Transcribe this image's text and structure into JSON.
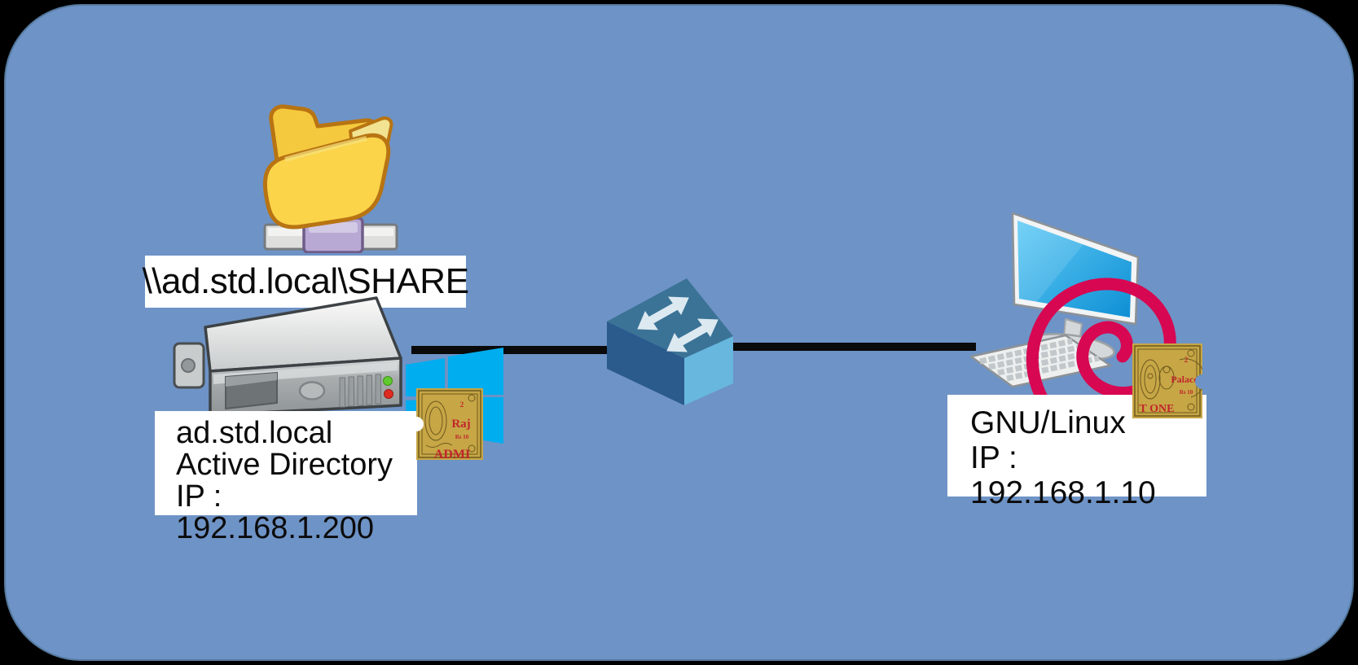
{
  "diagram": {
    "type": "network-topology",
    "background_color": "#000000",
    "panel_color": "#6E93C6",
    "cable_color": "#0a0a0a",
    "label_background": "#ffffff",
    "label_text_color": "#0b0b0b"
  },
  "share": {
    "path_label": "\\\\ad.std.local\\SHARE",
    "icon": "network-shared-folder-icon",
    "folder_yellow": "#fbd44a",
    "folder_outline": "#b87413",
    "connector_purple": "#b7a9d4"
  },
  "server": {
    "hostname": "ad.std.local",
    "role": "Active Directory",
    "ip_label": "IP : 192.168.1.200",
    "icon": "rack-server-icon",
    "os_logo": "windows-logo-icon",
    "windows_blue": "#00ADEF",
    "led_green": "#5fca2d",
    "led_red": "#dd2b20"
  },
  "switch": {
    "icon": "network-switch-icon",
    "top_color": "#3B7396",
    "left_color": "#2B5A8C",
    "right_color": "#67B7DE",
    "arrow_color": "#DCE9F1"
  },
  "client": {
    "os_label": "GNU/Linux",
    "ip_label": "IP : 192.168.1.10",
    "icon": "desktop-computer-icon",
    "os_logo": "debian-logo-icon",
    "debian_red": "#D70751",
    "screen_blue_top": "#63CCF6",
    "screen_blue_bottom": "#0D8FD4"
  },
  "stamps": {
    "gold": "#C7A646",
    "engraving": "#6d5a1c",
    "red_text": "#c0262b",
    "left": {
      "top_value": "2",
      "title": "Raj",
      "rate": "Rs 10",
      "bottom": "ADMI"
    },
    "right": {
      "top_value": "2",
      "title": "Palace",
      "rate": "Rs 10",
      "bottom": "T ONE"
    }
  }
}
